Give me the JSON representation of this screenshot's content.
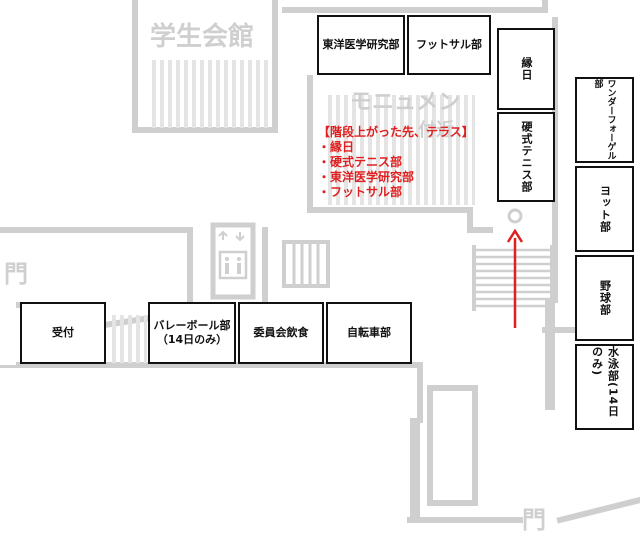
{
  "background_labels": {
    "student_hall": "学生会館",
    "monument": "モニュメン",
    "nearby": "付近",
    "gate_left": "門",
    "gate_bottom": "門"
  },
  "booths": {
    "toyo_medical": "東洋医学研究部",
    "futsal": "フットサル部",
    "ennichi": "縁日",
    "soft_tennis": "硬式テニス部",
    "wandervogel": "ワンダーフォーゲル部",
    "yacht": "ヨット部",
    "baseball": "野球部",
    "swimming": "水泳部(14日のみ)",
    "reception": "受付",
    "volleyball_line1": "バレーボール部",
    "volleyball_line2": "（14日のみ）",
    "committee_food": "委員会飲食",
    "cycling": "自転車部"
  },
  "note": {
    "heading": "【階段上がった先、テラス】",
    "items": [
      "縁日",
      "硬式テニス部",
      "東洋医学研究部",
      "フットサル部"
    ]
  },
  "colors": {
    "note_red": "#e01f1f",
    "wall_gray": "#cfcfcf",
    "booth_border": "#111111"
  },
  "icons": [
    "elevator-icon",
    "stairs-icon",
    "gate-icon",
    "up-arrow"
  ]
}
